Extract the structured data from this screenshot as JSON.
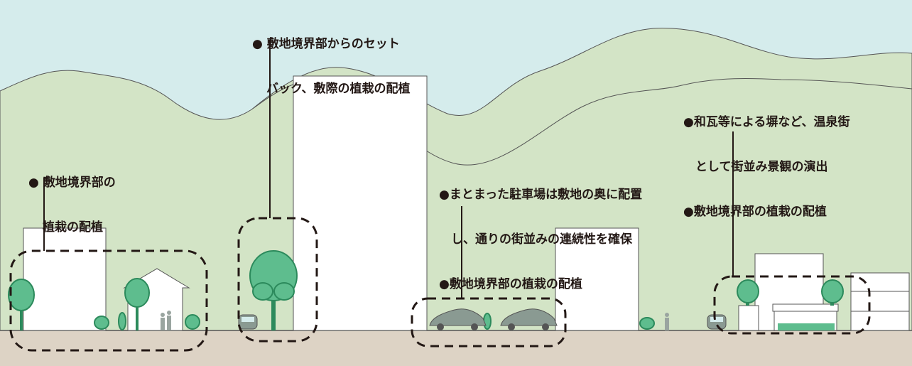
{
  "colors": {
    "sky": "#d5ecec",
    "mountain": "#d3e4c6",
    "ground": "#ddd3c5",
    "building": "#ffffff",
    "outline": "#555555",
    "tree_light": "#5ebd8e",
    "tree_dark": "#2c8a5c",
    "trunk": "#2c8a5c",
    "car": "#8a9a92",
    "text": "#231815"
  },
  "annotations": [
    {
      "id": "a",
      "lines": [
        "● 敷地境界部の",
        "植栽の配植"
      ]
    },
    {
      "id": "b",
      "lines": [
        "● 敷地境界部からのセット",
        "バック、敷際の植栽の配植"
      ]
    },
    {
      "id": "c",
      "lines": [
        "●まとまった駐車場は敷地の奥に配置",
        "し、通りの街並みの連続性を確保",
        "●敷地境界部の植栽の配植"
      ]
    },
    {
      "id": "d",
      "lines": [
        "●和瓦等による塀など、温泉街",
        "として街並み景観の演出",
        "●敷地境界部の植栽の配植"
      ]
    }
  ]
}
